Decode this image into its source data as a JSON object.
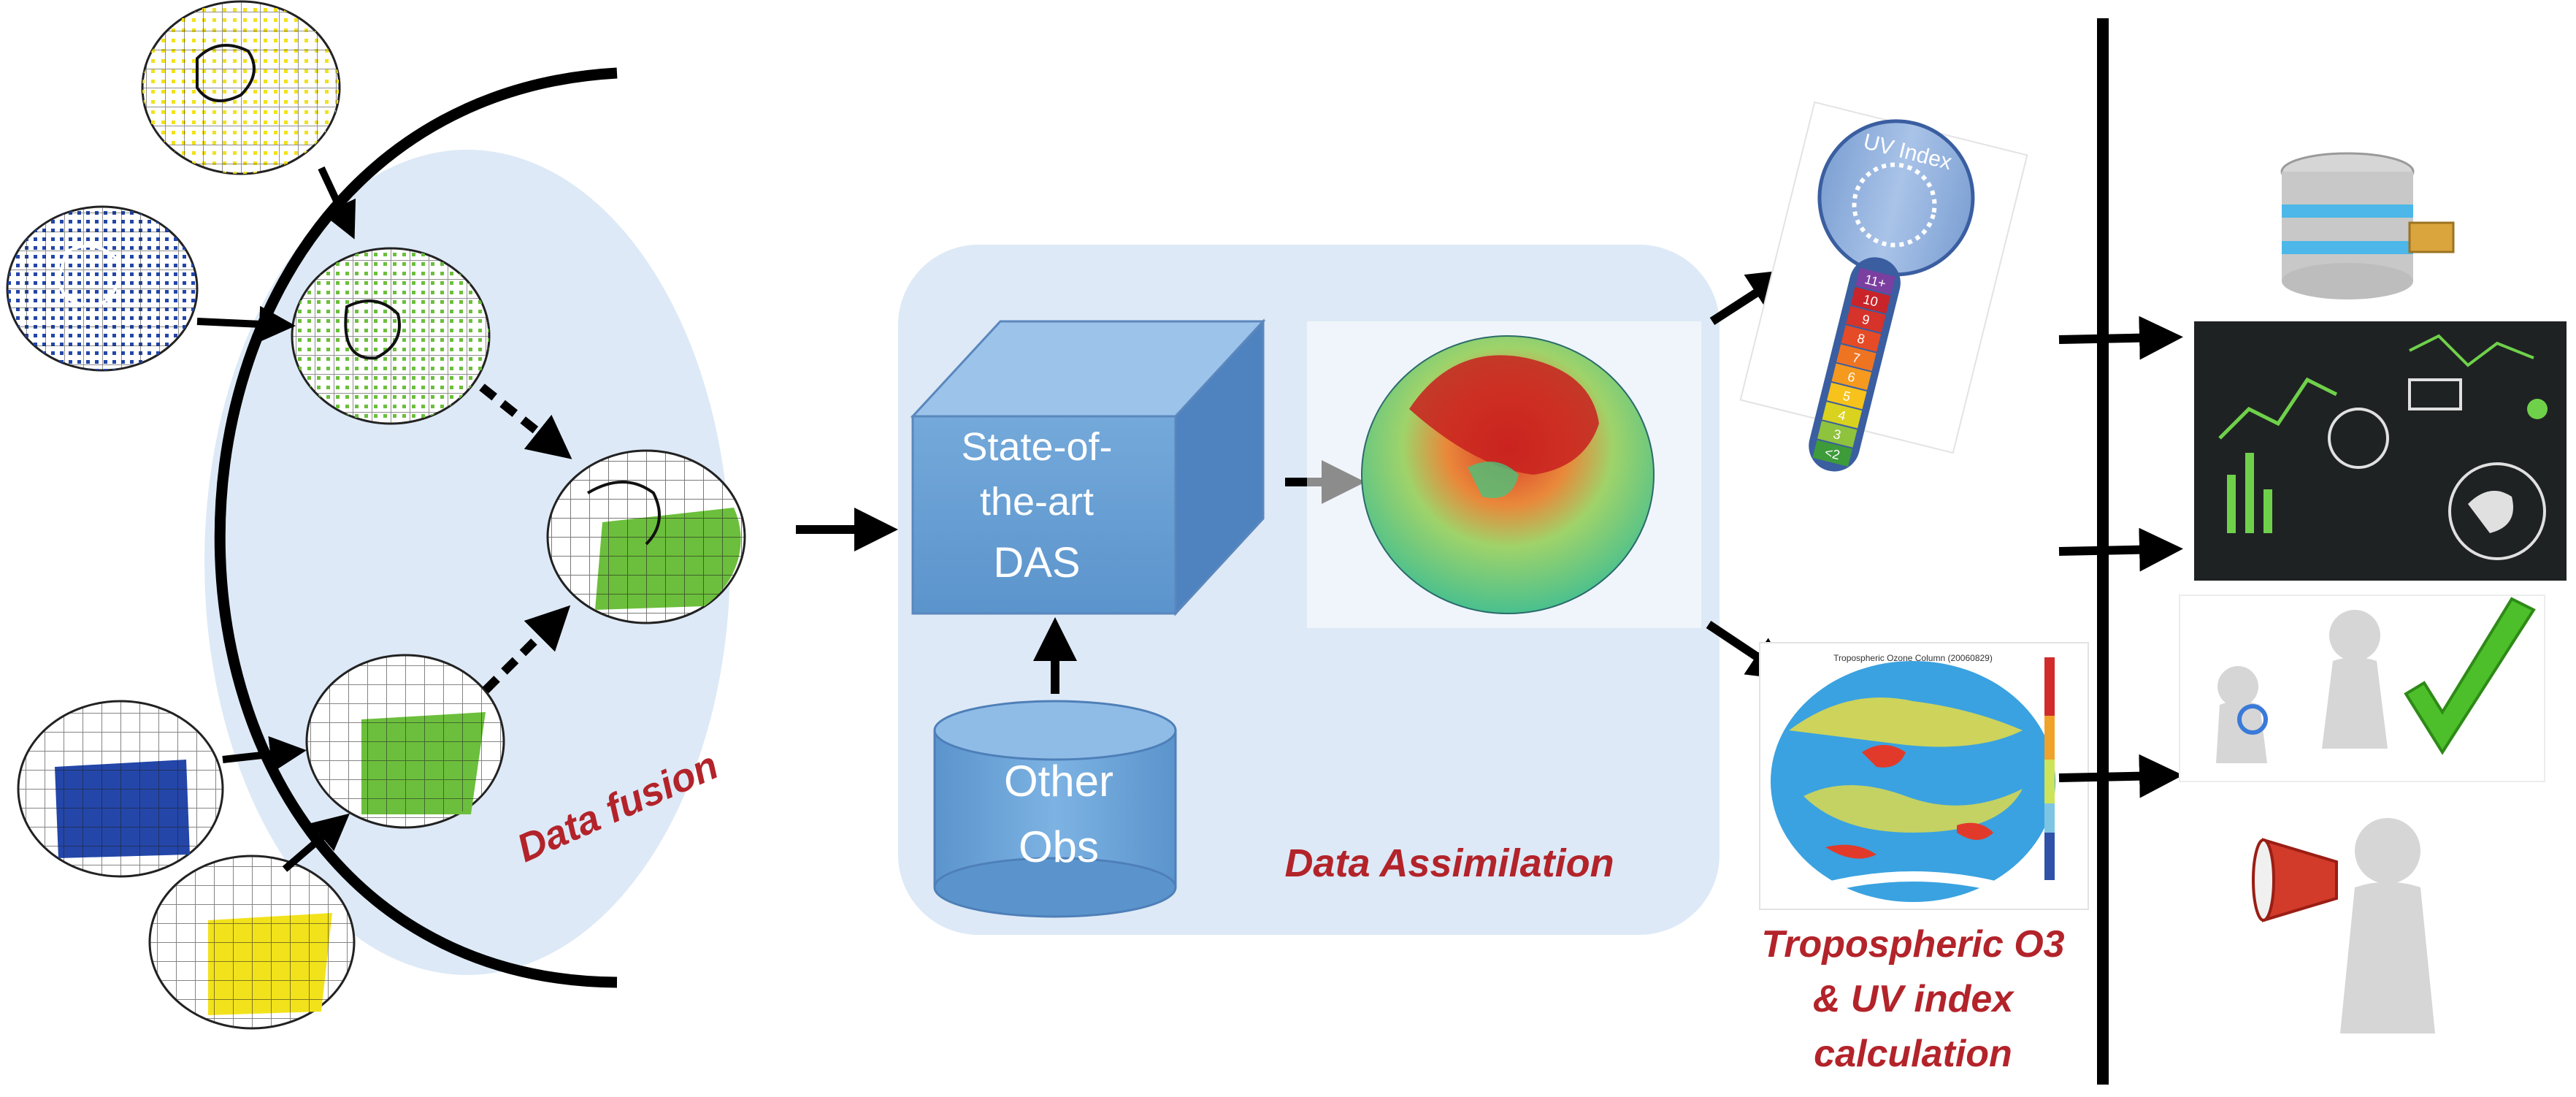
{
  "labels": {
    "data_fusion": "Data fusion",
    "data_assimilation": "Data Assimilation",
    "das_line1": "State-of-",
    "das_line2": "the-art",
    "das_line3": "DAS",
    "obs_line1": "Other",
    "obs_line2": "Obs",
    "tropo_line1": "Tropospheric O3",
    "tropo_line2": "& UV index",
    "tropo_line3": "calculation"
  },
  "uv_index": {
    "title": "UV Index",
    "scale": [
      "11+",
      "10",
      "9",
      "8",
      "7",
      "6",
      "5",
      "4",
      "3",
      "<2"
    ],
    "colors": [
      "#7b3fa0",
      "#c9242a",
      "#d6332a",
      "#e54b26",
      "#ef7422",
      "#f59a1f",
      "#f6c21b",
      "#d9d21f",
      "#8fc23d",
      "#3d9b3a"
    ]
  },
  "ozone_map": {
    "title": "Tropospheric Ozone Column (20060829)"
  },
  "colors": {
    "red_label": "#b3232a",
    "panel_bg": "#dde9f6",
    "box_blue": "#6fa8dc",
    "arrow": "#000000"
  },
  "globes": [
    {
      "name": "yellow-data-globe",
      "fill": "yellow-sparse"
    },
    {
      "name": "blue-data-globe",
      "fill": "blue-sparse"
    },
    {
      "name": "green-merged-globe",
      "fill": "green-sparse"
    },
    {
      "name": "green-fused-globe",
      "fill": "green-dense"
    },
    {
      "name": "blue-regional-globe",
      "fill": "blue-patch"
    },
    {
      "name": "green-regional-globe",
      "fill": "green-patch"
    },
    {
      "name": "yellow-regional-globe",
      "fill": "yellow-patch"
    }
  ],
  "outputs": [
    {
      "name": "database-icon"
    },
    {
      "name": "chalkboard-analytics-icon"
    },
    {
      "name": "checkmark-figure-icon"
    },
    {
      "name": "megaphone-figure-icon"
    }
  ]
}
